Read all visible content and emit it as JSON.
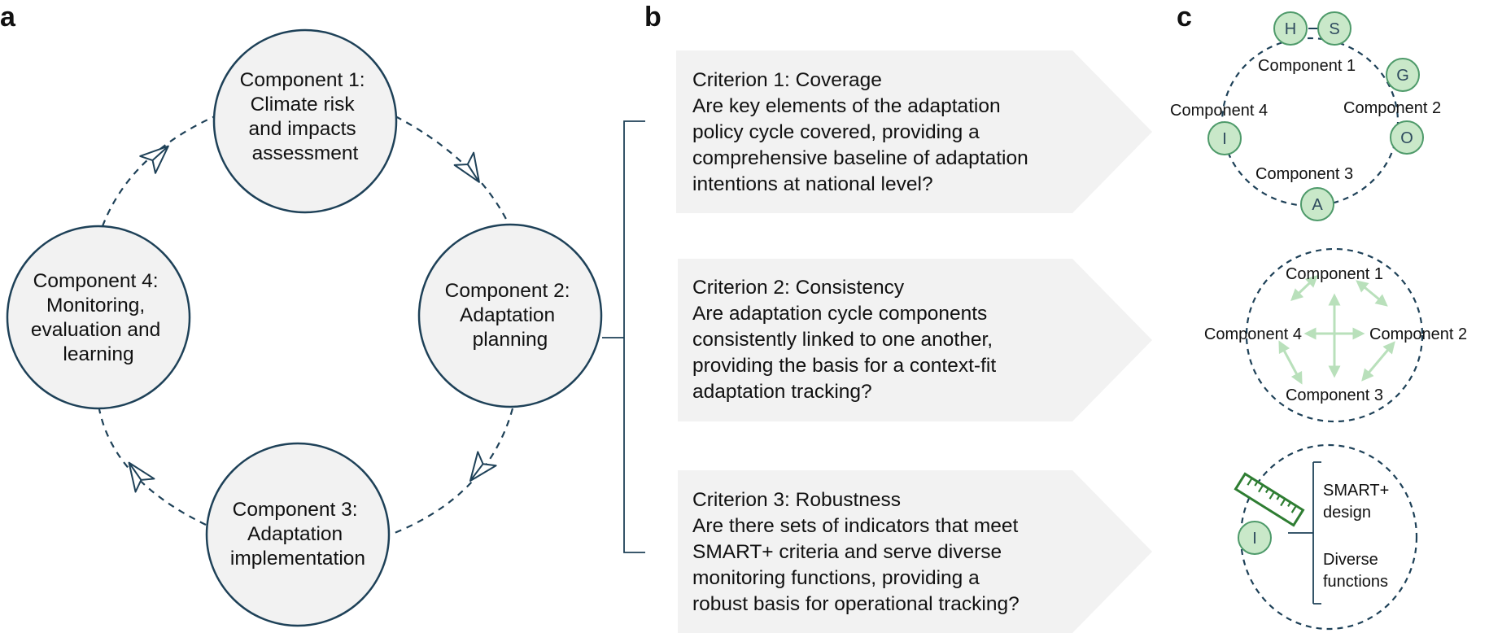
{
  "panels": {
    "a": {
      "letter": "a",
      "components": [
        {
          "lines": [
            "Component 1:",
            "Climate risk",
            "and impacts",
            "assessment"
          ]
        },
        {
          "lines": [
            "Component 2:",
            "Adaptation",
            "planning"
          ]
        },
        {
          "lines": [
            "Component 3:",
            "Adaptation",
            "implementation"
          ]
        },
        {
          "lines": [
            "Component 4:",
            "Monitoring,",
            "evaluation and",
            "learning"
          ]
        }
      ]
    },
    "b": {
      "letter": "b",
      "criteria": [
        {
          "lines": [
            "Criterion 1: Coverage",
            "Are key elements of the adaptation",
            "policy cycle covered, providing a",
            "comprehensive baseline of adaptation",
            "intentions at national level?"
          ]
        },
        {
          "lines": [
            "Criterion 2: Consistency",
            "Are adaptation cycle components",
            "consistently linked to one another,",
            "providing the basis for a context-fit",
            "adaptation tracking?"
          ]
        },
        {
          "lines": [
            "Criterion 3: Robustness",
            "Are there sets of indicators that meet",
            "SMART+ criteria and serve diverse",
            "monitoring functions, providing a",
            "robust basis for operational tracking?"
          ]
        }
      ]
    },
    "c": {
      "letter": "c",
      "coverage": {
        "nodes": [
          "H",
          "S",
          "G",
          "O",
          "A",
          "I"
        ],
        "labels": [
          "Component 1",
          "Component 2",
          "Component 3",
          "Component 4"
        ]
      },
      "consistency": {
        "labels": [
          "Component 1",
          "Component 2",
          "Component 3",
          "Component 4"
        ]
      },
      "robustness": {
        "node": "I",
        "items": [
          {
            "lines": [
              "SMART+",
              "design"
            ]
          },
          {
            "lines": [
              "Diverse",
              "functions"
            ]
          }
        ]
      }
    }
  },
  "colors": {
    "cycle_stroke": "#1e4158",
    "circle_fill": "#f2f2f2",
    "box_fill": "#f2f2f2",
    "node_fill": "#c9e8c9",
    "node_stroke": "#4e9a6a",
    "arrow_green": "#b9e0bb",
    "ruler": "#2e7d32"
  }
}
